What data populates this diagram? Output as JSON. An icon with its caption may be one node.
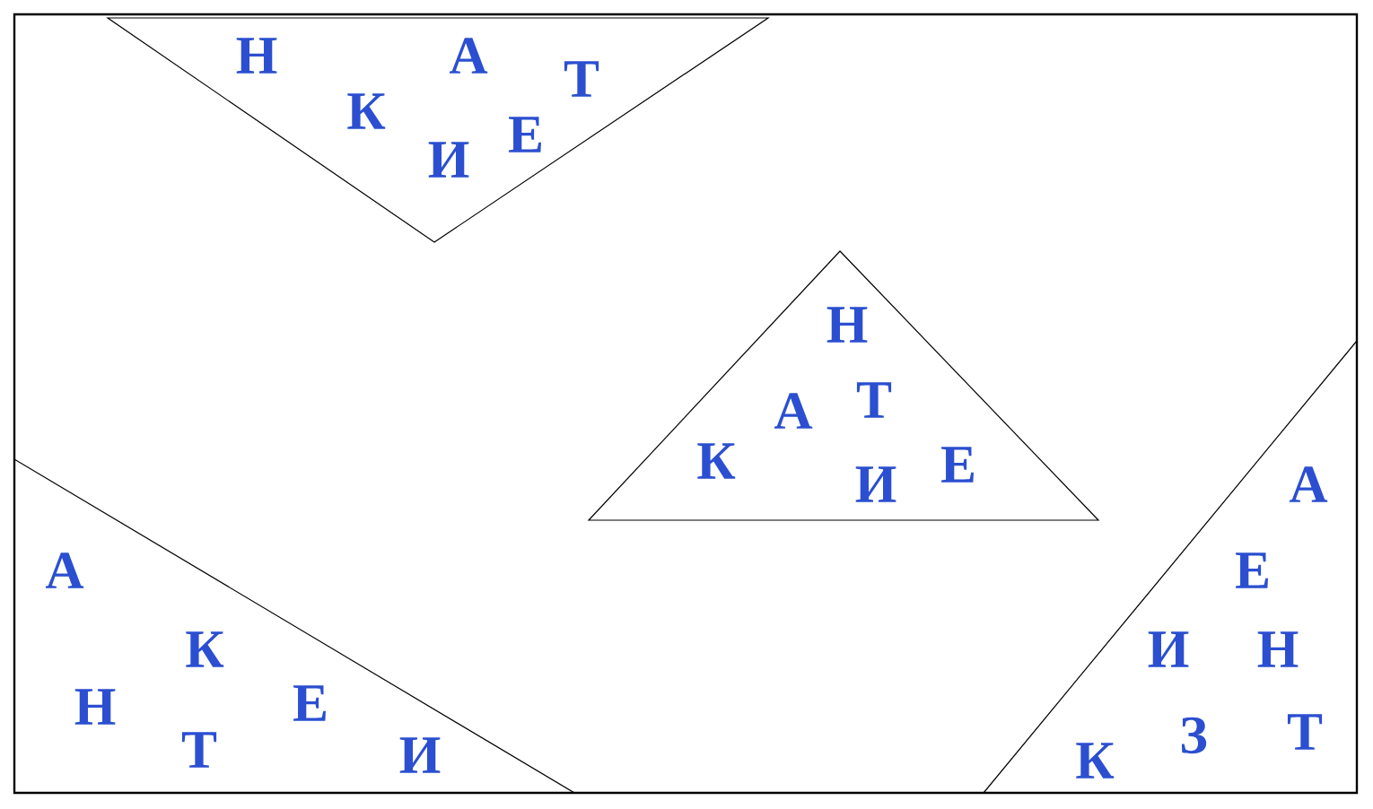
{
  "diagram": {
    "nodes": [
      {
        "text": [
          "Н",
          "А",
          "Т",
          "К",
          "Е",
          "И"
        ]
      },
      {
        "text": [
          "Н",
          "А",
          "Т",
          "К",
          "Е",
          "И"
        ]
      },
      {
        "text": [
          "А",
          "К",
          "Е",
          "Н",
          "Т",
          "И"
        ]
      },
      {
        "text": [
          "А",
          "Е",
          "И",
          "Н",
          "З",
          "Т",
          "К"
        ]
      }
    ]
  }
}
